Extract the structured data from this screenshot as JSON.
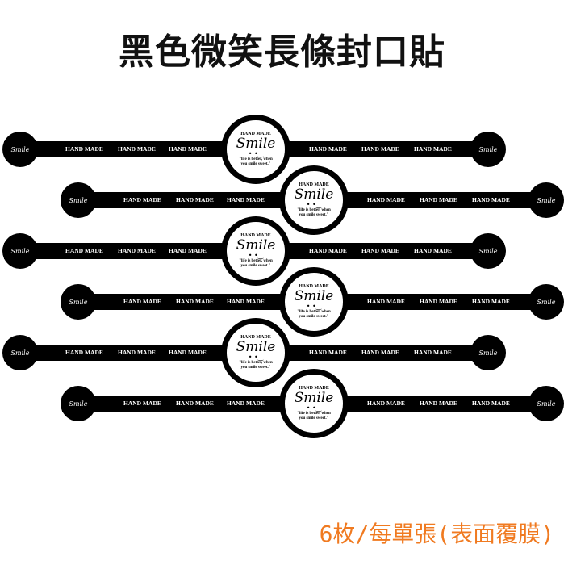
{
  "title": "黑色微笑長條封口貼",
  "footer": "6枚/每單張(表面覆膜)",
  "sticker": {
    "end_text": "Smile",
    "band_text": "HAND MADE",
    "medallion_top": "HAND MADE",
    "medallion_main": "Smile",
    "medallion_face": "• •‿",
    "medallion_quote": "\"life is better, when you smile sweet.\""
  },
  "row_count": 6,
  "colors": {
    "accent": "#f07a20",
    "sticker": "#000000"
  }
}
